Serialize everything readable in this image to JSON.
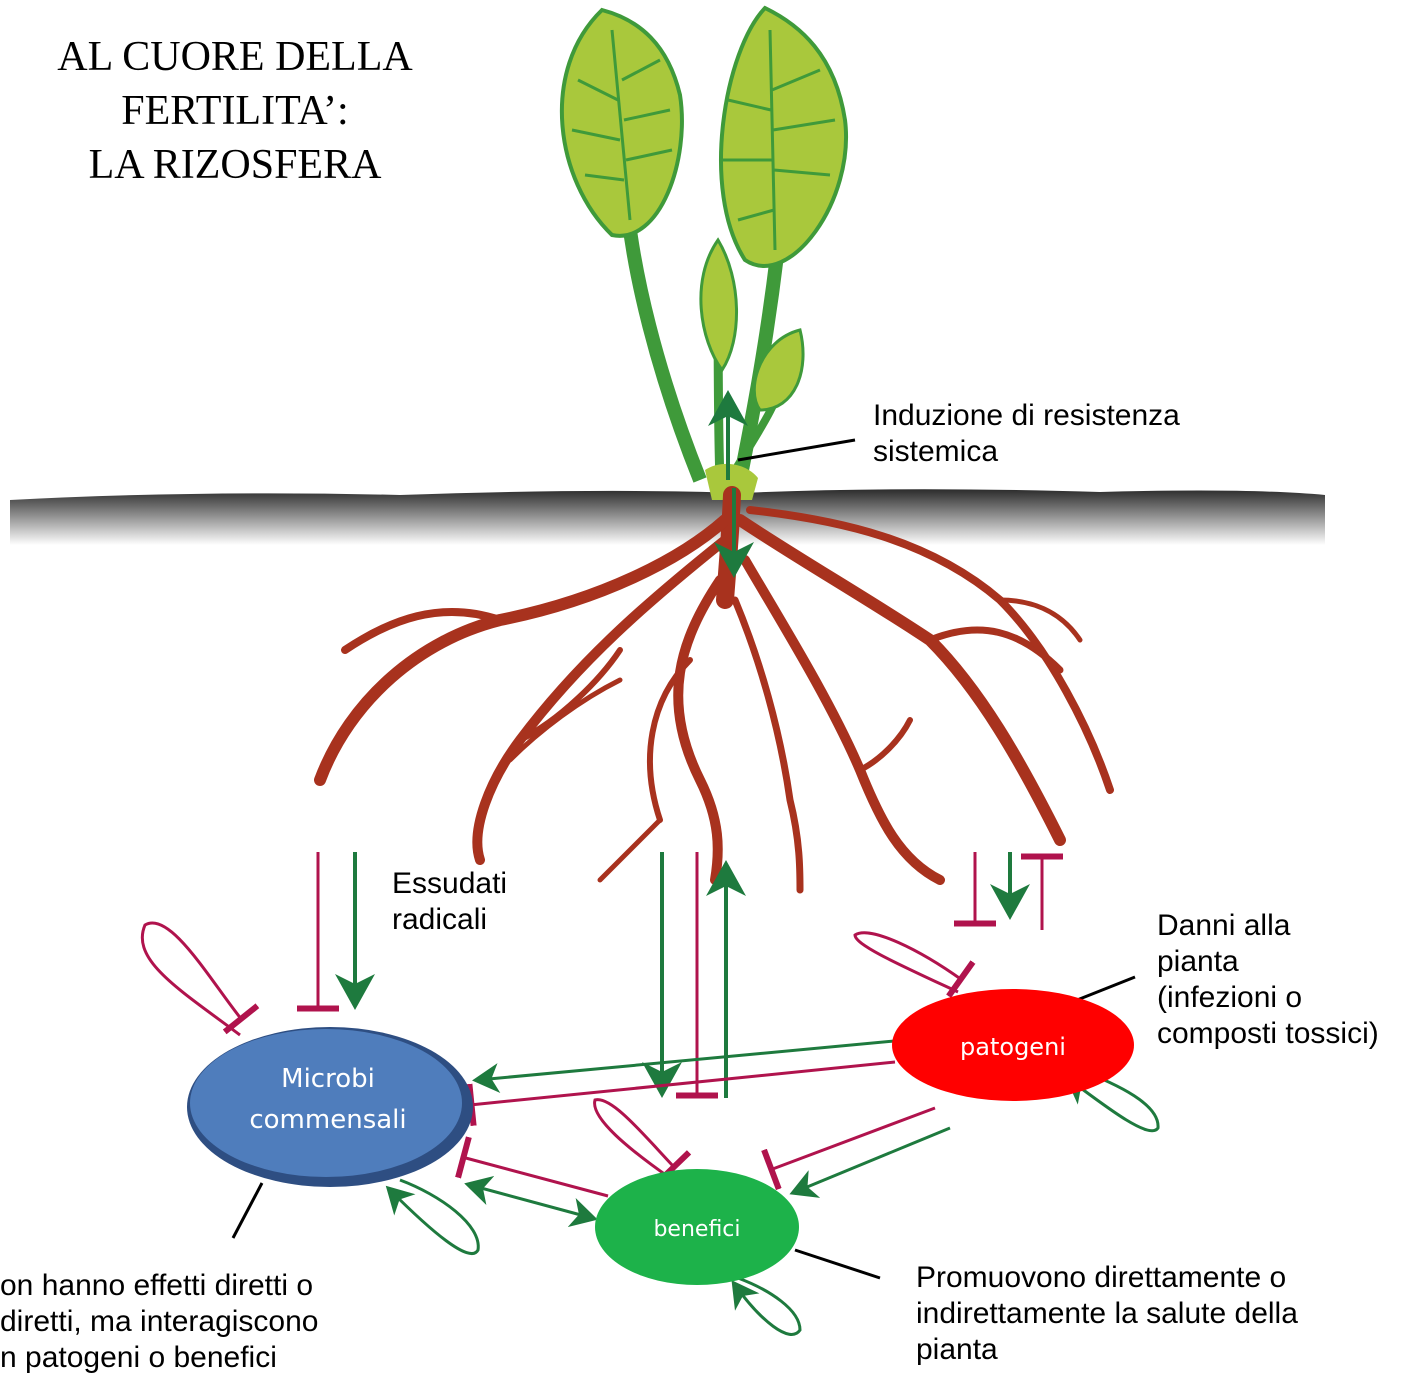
{
  "title": {
    "line1": "AL CUORE DELLA",
    "line2": "FERTILITA’:",
    "line3": "LA RIZOSFERA"
  },
  "labels": {
    "resistenza_1": "Induzione di resistenza",
    "resistenza_2": "sistemica",
    "essudati_1": "Essudati",
    "essudati_2": "radicali",
    "danni_1": "Danni alla",
    "danni_2": "pianta",
    "danni_3": "(infezioni o",
    "danni_4": "composti tossici)",
    "promuovono_1": "Promuovono direttamente o",
    "promuovono_2": "indirettamente la salute della",
    "promuovono_3": "pianta",
    "commensali_desc_1": "on hanno effetti diretti o",
    "commensali_desc_2": "diretti, ma interagiscono",
    "commensali_desc_3": "n patogeni o benefici"
  },
  "nodes": {
    "commensali_1": "Microbi",
    "commensali_2": "commensali",
    "patogeni": "patogeni",
    "benefici": "benefici"
  },
  "colors": {
    "commensali": "#4F7DBC",
    "commensali_border": "#2E4E82",
    "patogeni": "#FF0000",
    "benefici": "#1DB24A",
    "inhibit": "#B0134D",
    "promote": "#1E7A3E",
    "root": "#A8321E",
    "leaf": "#A9C83C",
    "leaf_edge": "#3F9A3A",
    "soil": "#555555"
  }
}
